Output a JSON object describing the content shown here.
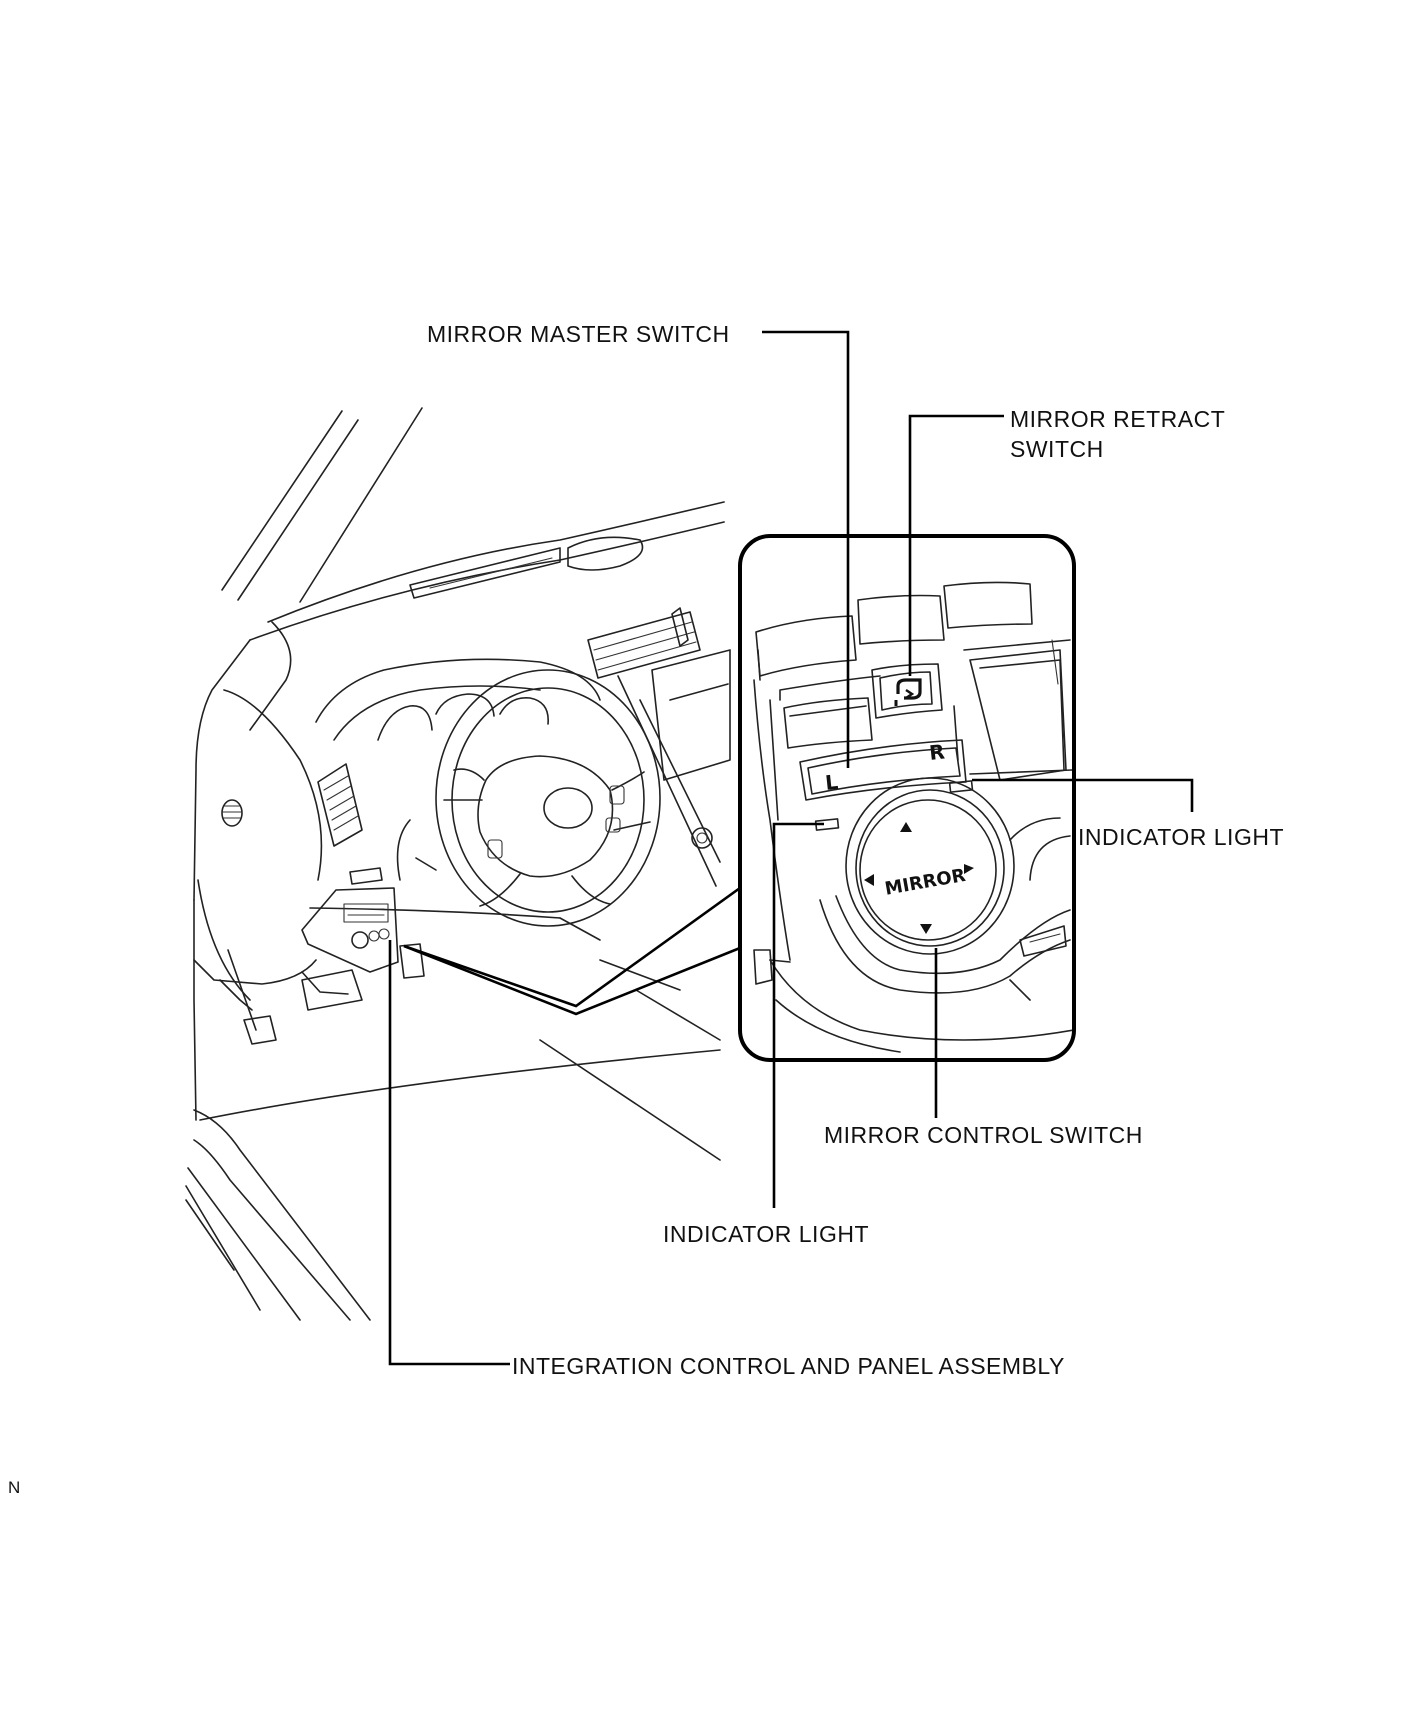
{
  "labels": {
    "mirror_master_switch": "MIRROR MASTER SWITCH",
    "mirror_retract_switch": "MIRROR RETRACT\nSWITCH",
    "indicator_light_right": "INDICATOR LIGHT",
    "mirror_control_switch": "MIRROR CONTROL SWITCH",
    "indicator_light_left": "INDICATOR LIGHT",
    "integration_control": "INTEGRATION CONTROL AND PANEL ASSEMBLY"
  },
  "switch_text": {
    "left": "L",
    "right": "R",
    "mirror": "MIRROR"
  },
  "corner_code": "N"
}
